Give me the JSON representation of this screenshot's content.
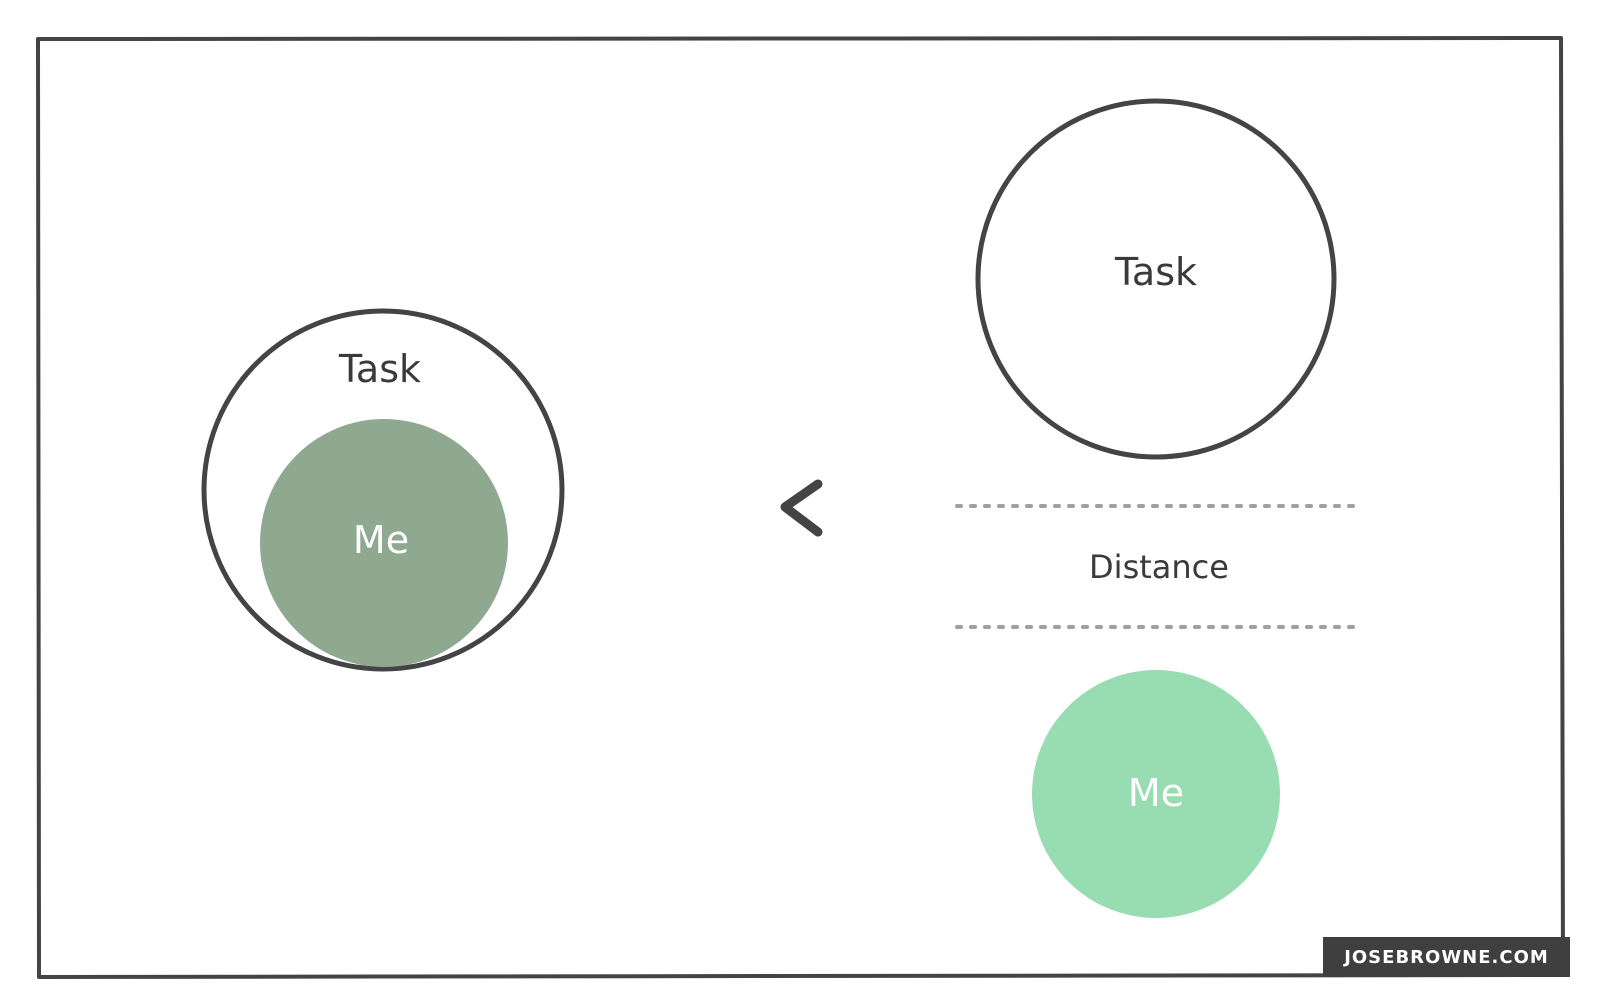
{
  "diagram": {
    "left_group": {
      "outer_label": "Task",
      "inner_label": "Me",
      "inner_color": "#8fa991"
    },
    "comparison_symbol": "<",
    "right_group": {
      "top_label": "Task",
      "middle_label": "Distance",
      "bottom_label": "Me",
      "bottom_color": "#98dcb2"
    },
    "stroke_color": "#444444"
  },
  "watermark": "JOSEBROWNE.COM"
}
